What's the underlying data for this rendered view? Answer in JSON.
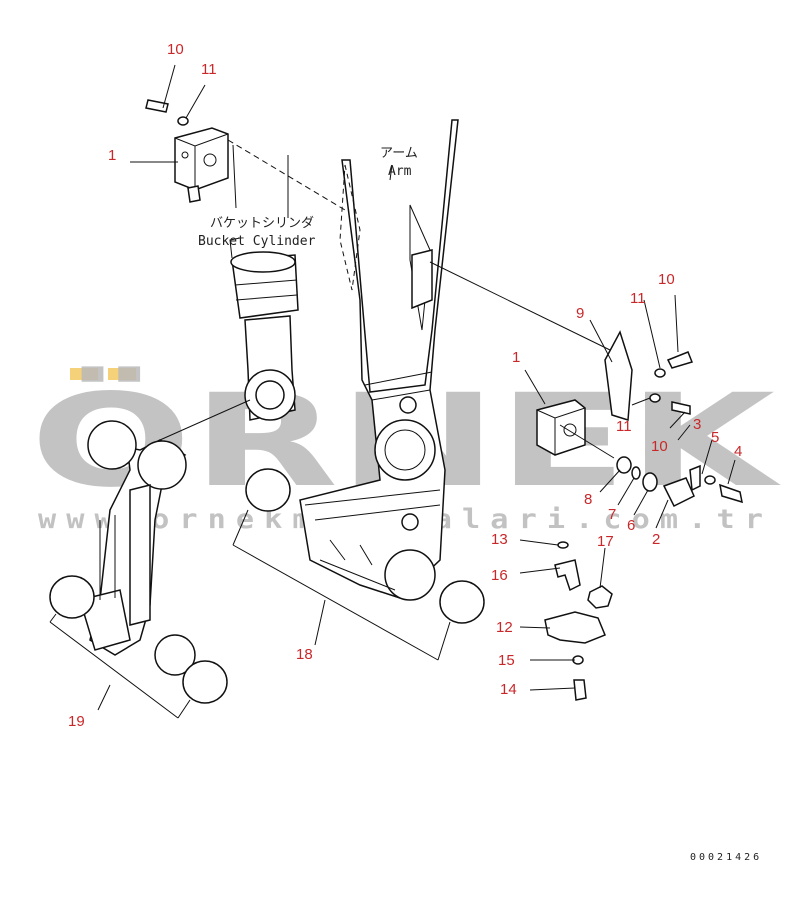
{
  "watermark": {
    "brand": "ÖRNEK",
    "url": "www.ornekmakinalari.com.tr",
    "accent_color": "#f5d27a"
  },
  "labels": {
    "bucket_cylinder_jp": "バケットシリンダ",
    "bucket_cylinder_en": "Bucket Cylinder",
    "arm_jp": "アーム",
    "arm_en": "Arm"
  },
  "drawing_number": "00021426",
  "callouts": {
    "top_10": "10",
    "top_11": "11",
    "top_1": "1",
    "r_10a": "10",
    "r_11a": "11",
    "r_9": "9",
    "r_1": "1",
    "r_3": "3",
    "r_11b": "11",
    "r_10b": "10",
    "r_5": "5",
    "r_4": "4",
    "r_8": "8",
    "r_7": "7",
    "r_6": "6",
    "r_2": "2",
    "r_13": "13",
    "r_17": "17",
    "r_16": "16",
    "r_12": "12",
    "r_15": "15",
    "r_14": "14",
    "c_18": "18",
    "c_19": "19"
  }
}
